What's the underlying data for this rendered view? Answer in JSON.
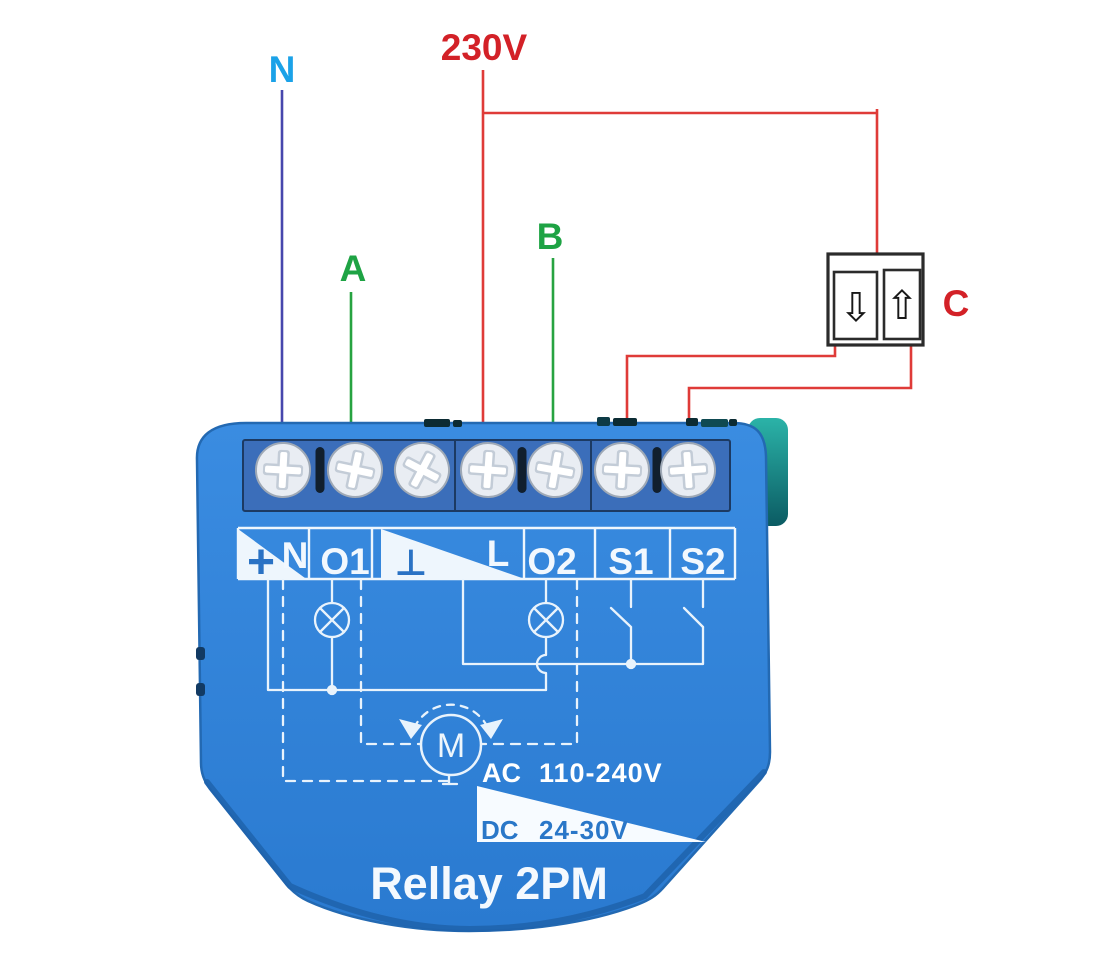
{
  "scene": {
    "background": "#ffffff",
    "top_labels": {
      "neutral": {
        "text": "N",
        "color": "#1ba2e8"
      },
      "voltage": {
        "text": "230V",
        "color": "#d32127"
      },
      "phase_a": {
        "text": "A",
        "color": "#1ea344"
      },
      "phase_b": {
        "text": "B",
        "color": "#1ea344"
      },
      "switch_c": {
        "text": "C",
        "color": "#d32127"
      }
    },
    "wires": {
      "neutral_color": "#4747ad",
      "live_color": "#df3b38",
      "phase_color": "#27a341"
    },
    "wall_switch": {
      "down_arrow_icon": "⇩",
      "up_arrow_icon": "⇧"
    },
    "device": {
      "body_color": "#2f84da",
      "terminal_strip_color": "#3b6eba",
      "plus_symbol": "+",
      "terminals": [
        "N",
        "O1",
        "⊥",
        "L",
        "O2",
        "S1",
        "S2"
      ],
      "motor": "M",
      "ac_rating": {
        "label": "AC",
        "value": "110-240V"
      },
      "dc_rating": {
        "label": "DC",
        "value": "24-30V"
      },
      "product_name": "Rellay 2PM"
    }
  }
}
